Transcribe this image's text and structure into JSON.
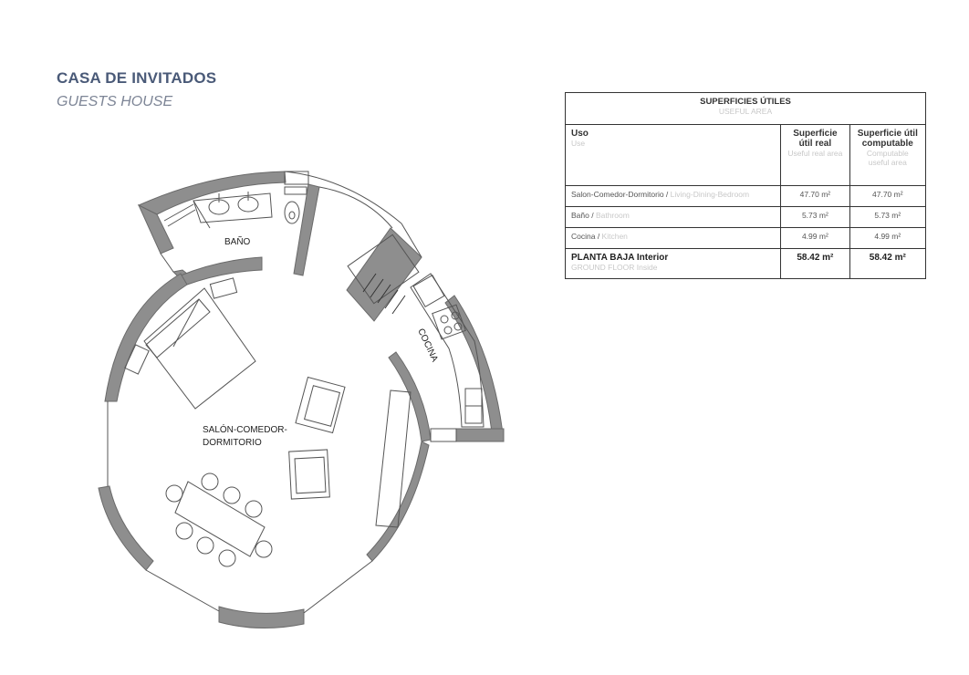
{
  "header": {
    "title": "CASA DE INVITADOS",
    "subtitle": "GUESTS HOUSE"
  },
  "plan": {
    "rooms": {
      "bath": "BAÑO",
      "kitchen": "COCINA",
      "living_line1": "SALÓN-COMEDOR-",
      "living_line2": "DORMITORIO"
    },
    "colors": {
      "wall": "#8e8e8e",
      "line": "#555555",
      "wall_stroke": "#6a6a6a"
    }
  },
  "table": {
    "title": "SUPERFICIES ÚTILES",
    "title_en": "USEFUL AREA",
    "columns": [
      {
        "label": "Uso",
        "label_en": "Use"
      },
      {
        "label": "Superficie útil real",
        "label_en": "Useful real area"
      },
      {
        "label": "Superficie útil computable",
        "label_en": "Computable useful area"
      }
    ],
    "rows": [
      {
        "use": "Salon-Comedor-Dormitorio / ",
        "use_en": "Living-Dining-Bedroom",
        "real": "47.70  m²",
        "computable": "47.70  m²"
      },
      {
        "use": "Baño / ",
        "use_en": "Bathroom",
        "real": "5.73 m²",
        "computable": "5.73 m²"
      },
      {
        "use": "Cocina / ",
        "use_en": "Kitchen",
        "real": "4.99 m²",
        "computable": "4.99 m²"
      }
    ],
    "total": {
      "label": "PLANTA BAJA Interior",
      "label_en": "GROUND FLOOR Inside",
      "real": "58.42 m²",
      "computable": "58.42 m²"
    }
  }
}
